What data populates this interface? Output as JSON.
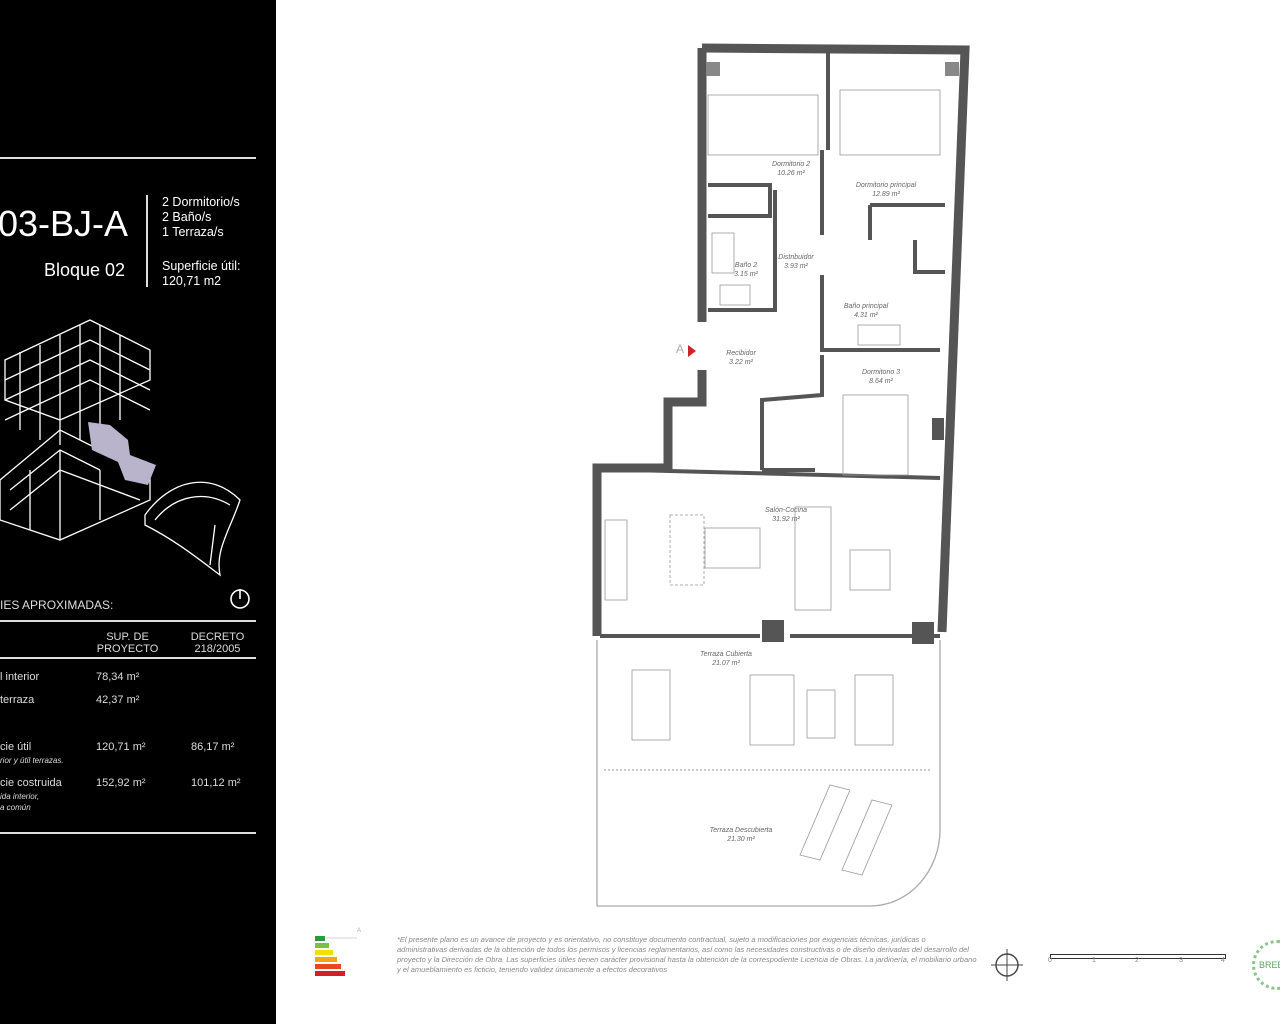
{
  "unit": {
    "code": "03-BJ-A",
    "block": "Bloque 02",
    "features": [
      "2 Dormitorio/s",
      "2 Baño/s",
      "1 Terraza/s"
    ],
    "useful_area_label": "Superficie útil:",
    "useful_area_value": "120,71  m2"
  },
  "surfaces": {
    "title": "IES APROXIMADAS:",
    "columns": [
      "SUP. DE PROYECTO",
      "DECRETO 218/2005"
    ],
    "rows": [
      {
        "label": "l interior",
        "note": "",
        "project": "78,34  m²",
        "decree": ""
      },
      {
        "label": " terraza",
        "note": "",
        "project": "42,37  m²",
        "decree": ""
      },
      {
        "label": "cie útil",
        "note": "rior y útil terrazas.",
        "project": "120,71  m²",
        "decree": "86,17  m²"
      },
      {
        "label": "cie costruida",
        "note": "ida interior,\na común",
        "project": "152,92  m²",
        "decree": "101,12  m²"
      }
    ]
  },
  "rooms": [
    {
      "name": "Dormitorio 2",
      "area": "10.26 m²"
    },
    {
      "name": "Dormitorio principal",
      "area": "12.89 m²"
    },
    {
      "name": "Baño 2",
      "area": "3.15 m²"
    },
    {
      "name": "Distribuidor",
      "area": "3.93 m²"
    },
    {
      "name": "Baño principal",
      "area": "4.31 m²"
    },
    {
      "name": "Recibidor",
      "area": "3.22 m²"
    },
    {
      "name": "Dormitorio 3",
      "area": "8.64 m²"
    },
    {
      "name": "Salón-Cocina",
      "area": "31.92 m²"
    },
    {
      "name": "Terraza Cubierta",
      "area": "21.07 m²"
    },
    {
      "name": "Terraza Descubierta",
      "area": "21.30 m²"
    }
  ],
  "entrance_marker": "A",
  "disclaimer": "*El presente plano es un avance de proyecto y es orientativo, no constituye documento contractual, sujeto a modificaciones por exigencias técnicas, jurídicas o administrativas derivadas de la obtención de todos los permisos y licencias reglamentarios, así como las necesidades constructivas o de diseño derivadas del desarrollo del proyecto y la Dirección de Obra. Las superficies útiles tienen carácter provisional hasta la obtención de la correspodiente Licencia de Obras. La jardinería, el mobiliario urbano y el amueblamiento es ficticio, teniendo validez únicamente a efectos decorativos",
  "scale_ticks": [
    "0",
    "1",
    "2",
    "3",
    "4"
  ],
  "energy_label_letter": "A",
  "seal_text": "BREE",
  "colors": {
    "panel": "#000000",
    "wall": "#555555",
    "highlight_block": "#b9b3cc",
    "entrance": "#d0202a",
    "seal": "#5aa55a"
  }
}
